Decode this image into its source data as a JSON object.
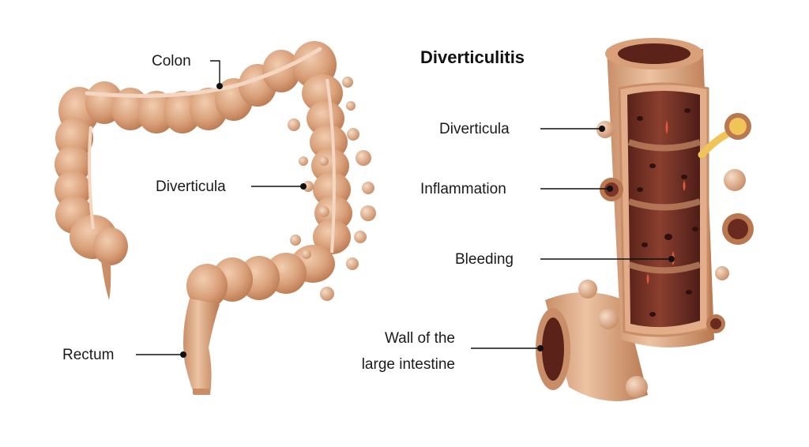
{
  "title": "Diverticulitis",
  "left_labels": {
    "colon": "Colon",
    "diverticula": "Diverticula",
    "rectum": "Rectum"
  },
  "right_labels": {
    "diverticula": "Diverticula",
    "inflammation": "Inflammation",
    "bleeding": "Bleeding",
    "wall_line1": "Wall of the",
    "wall_line2": "large intestine"
  },
  "colors": {
    "tissue": "#d9a07a",
    "tissue_dark": "#b9784f",
    "tissue_light": "#ecc3a3",
    "lumen": "#7a3528",
    "lumen_dark": "#4e1d17",
    "blood": "#e05a3a",
    "pus": "#f1c45a",
    "line": "#111111"
  }
}
